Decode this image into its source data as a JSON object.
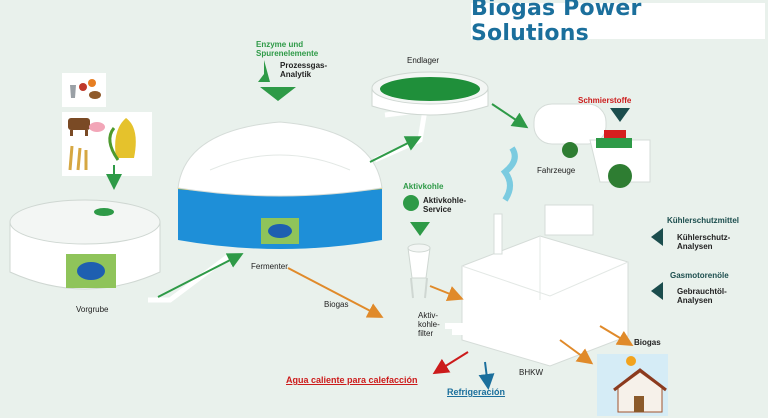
{
  "brand": {
    "title": "Biogas Power Solutions"
  },
  "labels": {
    "enzyme": "Enzyme und",
    "spurenelemente": "Spurenelemente",
    "prozessgas_1": "Prozessgas-",
    "prozessgas_2": "Analytik",
    "endlager": "Endlager",
    "schmierstoffe": "Schmierstoffe",
    "fahrzeuge": "Fahrzeuge",
    "aktivkohle": "Aktivkohle",
    "aktivkohle_service_1": "Aktivkohle-",
    "aktivkohle_service_2": "Service",
    "fermenter": "Fermenter",
    "vorgrube": "Vorgrube",
    "biogas_mid": "Biogas",
    "filter_1": "Aktiv-",
    "filter_2": "kohle-",
    "filter_3": "filter",
    "kuehlerschutz": "Kühlerschutzmittel",
    "kuehlerschutz_an_1": "Kühlerschutz-",
    "kuehlerschutz_an_2": "Analysen",
    "gasmotor": "Gasmotorenöle",
    "gebraucht_1": "Gebrauchtöl-",
    "gebraucht_2": "Analysen",
    "biogas_right": "Biogas",
    "bhkw": "BHKW",
    "agua": "Agua caliente para calefacción",
    "refrigeracion": "Refrigeración"
  },
  "colors": {
    "green": "#2e9a47",
    "dark_teal": "#1b4d4d",
    "red": "#cc1b1b",
    "orange": "#e08a2a",
    "blue_band": "#1e8fd8",
    "brand_blue": "#1b6f9c"
  }
}
